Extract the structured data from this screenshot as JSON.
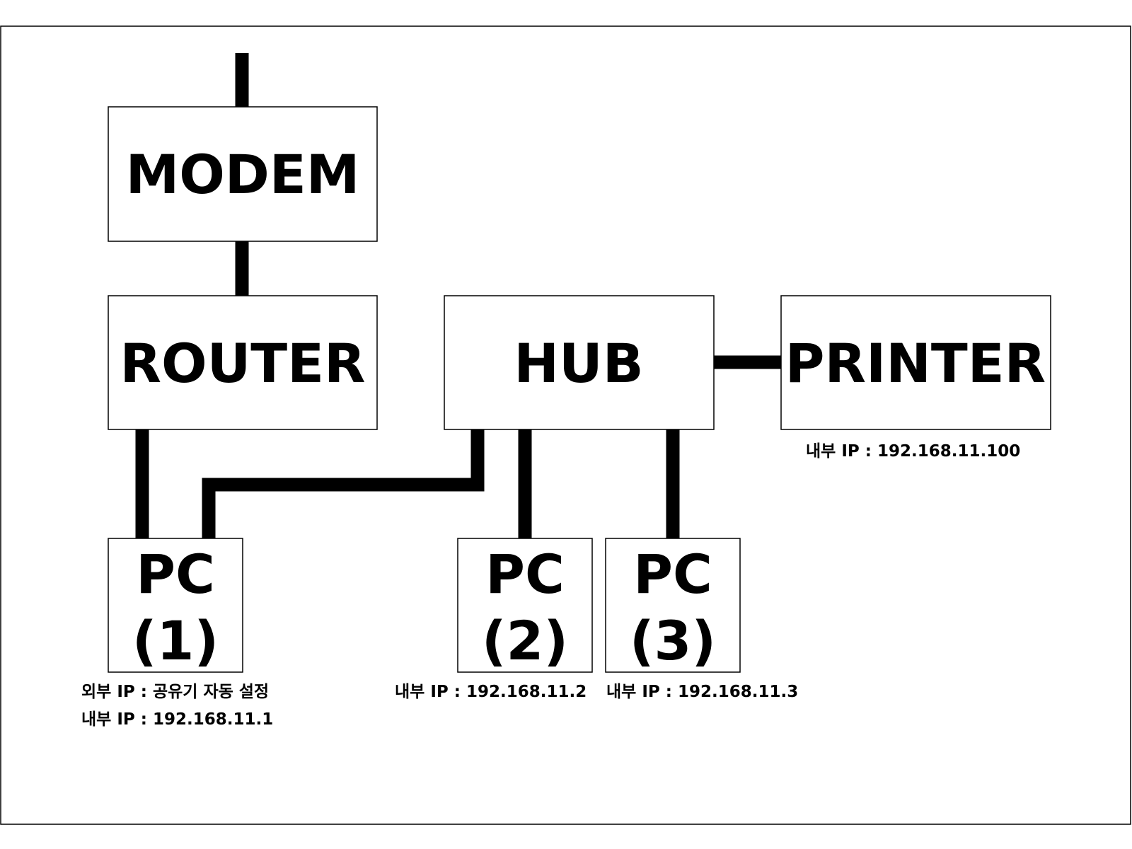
{
  "nodes": {
    "modem": {
      "label": "MODEM"
    },
    "router": {
      "label": "ROUTER"
    },
    "hub": {
      "label": "HUB"
    },
    "printer": {
      "label": "PRINTER",
      "ip": "내부 IP : 192.168.11.100"
    },
    "pc1": {
      "line1": "PC",
      "line2": "(1)",
      "external_ip": "외부 IP : 공유기 자동 설정",
      "internal_ip": "내부 IP : 192.168.11.1"
    },
    "pc2": {
      "line1": "PC",
      "line2": "(2)",
      "internal_ip": "내부 IP : 192.168.11.2"
    },
    "pc3": {
      "line1": "PC",
      "line2": "(3)",
      "internal_ip": "내부 IP : 192.168.11.3"
    }
  },
  "colors": {
    "line": "#000000",
    "box_fill": "#ffffff",
    "text": "#000000"
  }
}
